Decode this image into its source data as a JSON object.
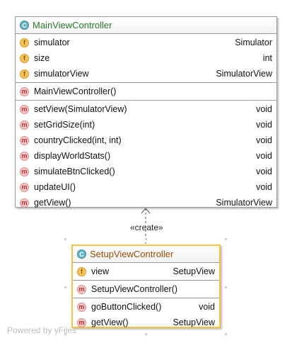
{
  "diagram": {
    "classes": [
      {
        "id": "main",
        "name": "MainViewController",
        "fields": [
          {
            "name": "simulator",
            "type": "Simulator"
          },
          {
            "name": "size",
            "type": "int"
          },
          {
            "name": "simulatorView",
            "type": "SimulatorView"
          }
        ],
        "constructors": [
          {
            "name": "MainViewController()",
            "type": ""
          }
        ],
        "methods": [
          {
            "name": "setView(SimulatorView)",
            "type": "void"
          },
          {
            "name": "setGridSize(int)",
            "type": "void"
          },
          {
            "name": "countryClicked(int, int)",
            "type": "void"
          },
          {
            "name": "displayWorldStats()",
            "type": "void"
          },
          {
            "name": "simulateBtnClicked()",
            "type": "void"
          },
          {
            "name": "updateUI()",
            "type": "void"
          },
          {
            "name": "getView()",
            "type": "SimulatorView"
          }
        ]
      },
      {
        "id": "setup",
        "name": "SetupViewController",
        "fields": [
          {
            "name": "view",
            "type": "SetupView"
          }
        ],
        "constructors": [
          {
            "name": "SetupViewController()",
            "type": ""
          }
        ],
        "methods": [
          {
            "name": "goButtonClicked()",
            "type": "void"
          },
          {
            "name": "getView()",
            "type": "SetupView"
          }
        ]
      }
    ],
    "relation_label": "«create»",
    "watermark": "Powered by yFiles",
    "badges": {
      "class": "C",
      "field": "f",
      "method": "m"
    },
    "colors": {
      "class_name_main": "#2a7a2a",
      "class_name_setup": "#9a4a00",
      "selection_border": "#f5c242"
    }
  }
}
